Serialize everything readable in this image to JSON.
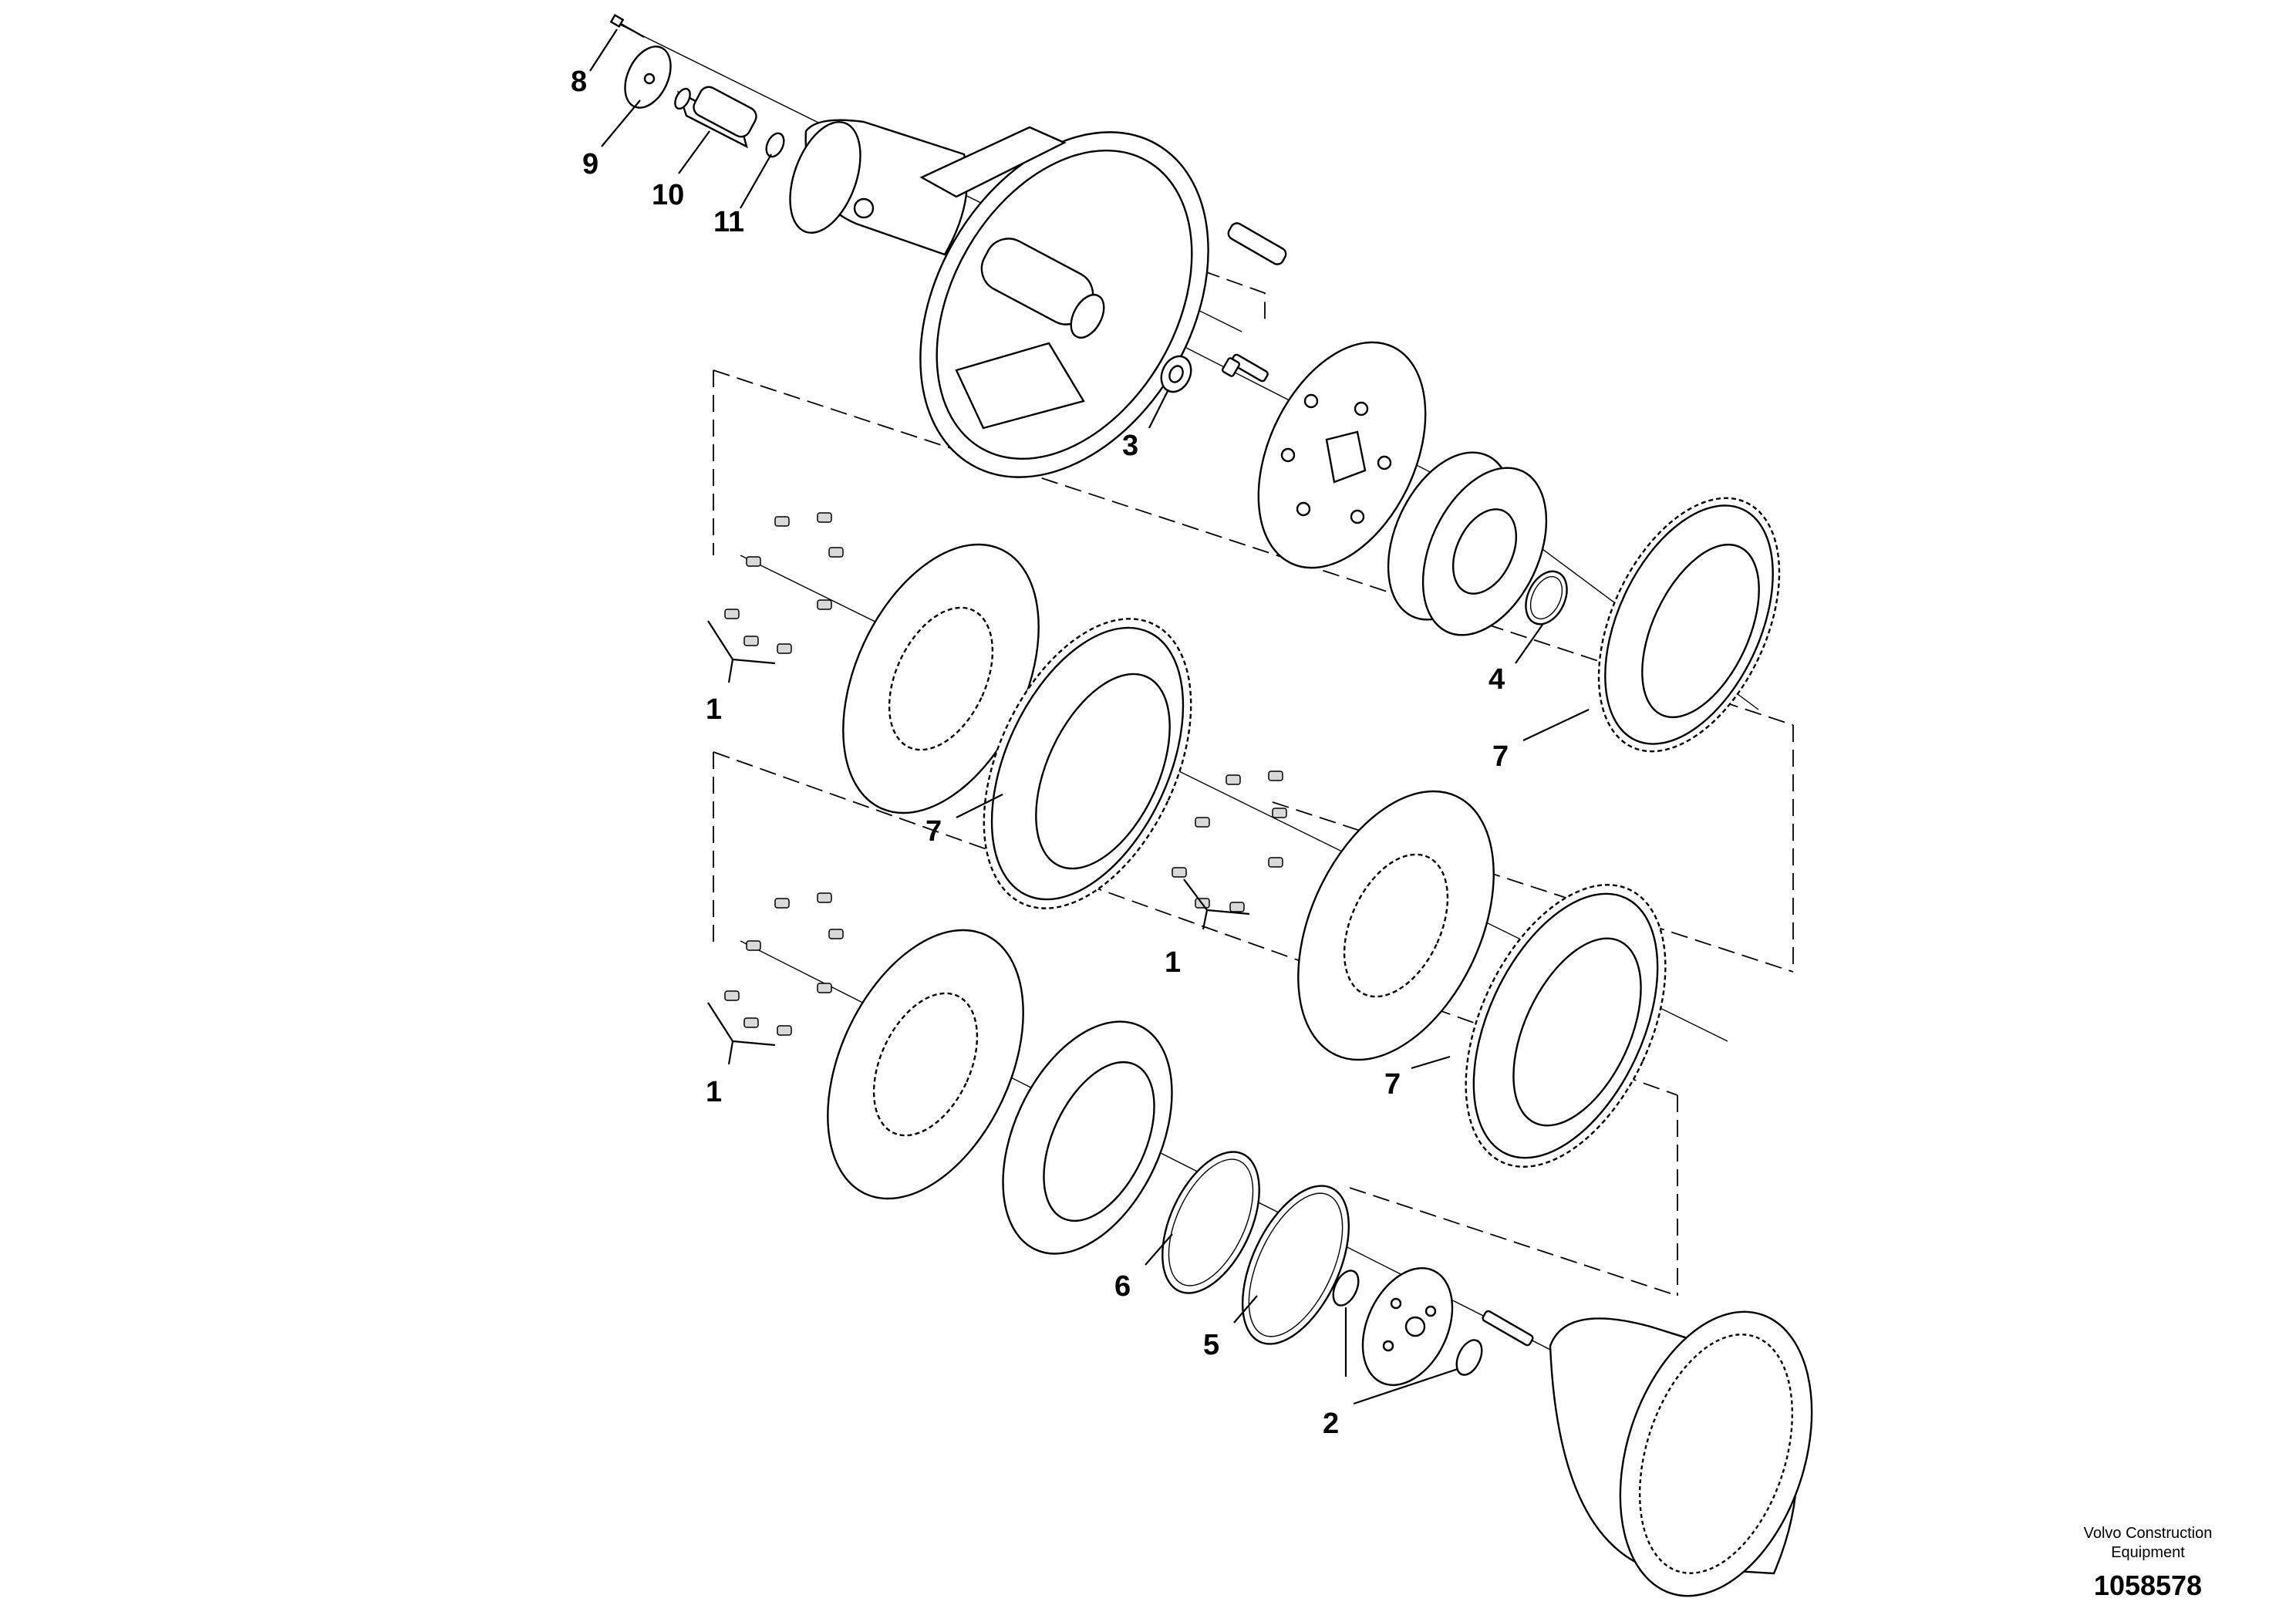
{
  "callouts": {
    "c1a": "1",
    "c1b": "1",
    "c1c": "1",
    "c2": "2",
    "c3": "3",
    "c4": "4",
    "c5": "5",
    "c6": "6",
    "c7a": "7",
    "c7b": "7",
    "c7c": "7",
    "c8": "8",
    "c9": "9",
    "c10": "10",
    "c11": "11"
  },
  "footer": {
    "company_line1": "Volvo Construction",
    "company_line2": "Equipment",
    "drawing_number": "1058578"
  }
}
